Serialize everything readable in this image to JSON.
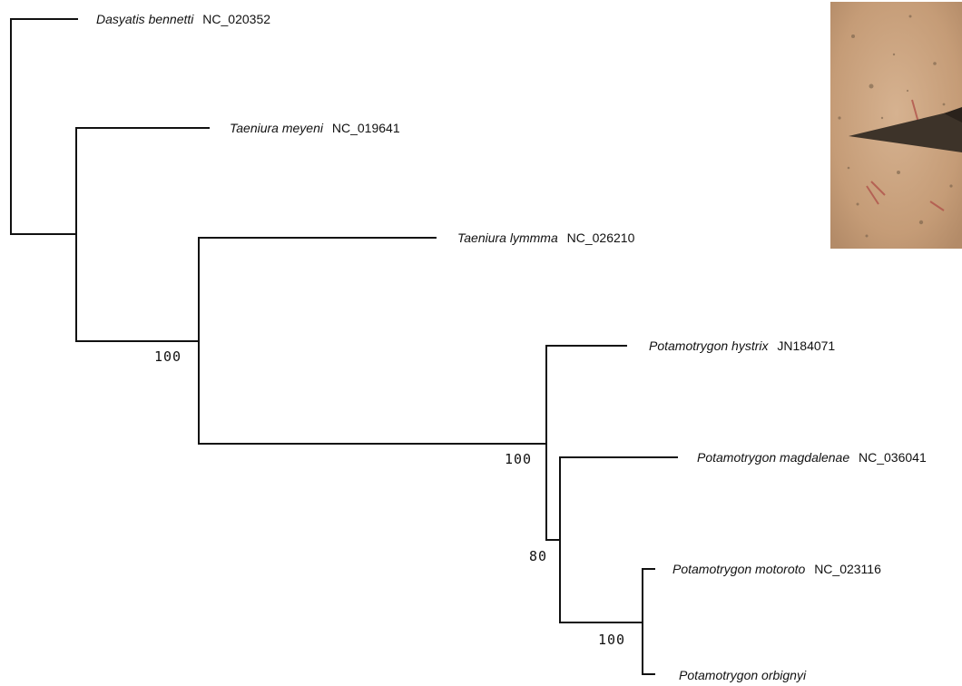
{
  "taxa": [
    {
      "id": "t0",
      "name": "Dasyatis bennetti",
      "accession": "NC_020352"
    },
    {
      "id": "t1",
      "name": "Taeniura meyeni",
      "accession": "NC_019641"
    },
    {
      "id": "t2",
      "name": "Taeniura lymmma",
      "accession": "NC_026210"
    },
    {
      "id": "t3",
      "name": "Potamotrygon hystrix",
      "accession": "JN184071"
    },
    {
      "id": "t4",
      "name": "Potamotrygon magdalenae",
      "accession": "NC_036041"
    },
    {
      "id": "t5",
      "name": "Potamotrygon motoroto",
      "accession": "NC_023116"
    },
    {
      "id": "t6",
      "name": "Potamotrygon orbignyi",
      "accession": ""
    }
  ],
  "support_values": [
    {
      "node": "n1",
      "value": "100"
    },
    {
      "node": "n2",
      "value": "100"
    },
    {
      "node": "n3",
      "value": "80"
    },
    {
      "node": "n5",
      "value": "100"
    }
  ],
  "photo": {
    "description_icon": "stingray-photo",
    "background_color": "#c9a17e",
    "accent_color": "#4a3c30"
  },
  "colors": {
    "branch": "#111111",
    "text": "#111111"
  }
}
